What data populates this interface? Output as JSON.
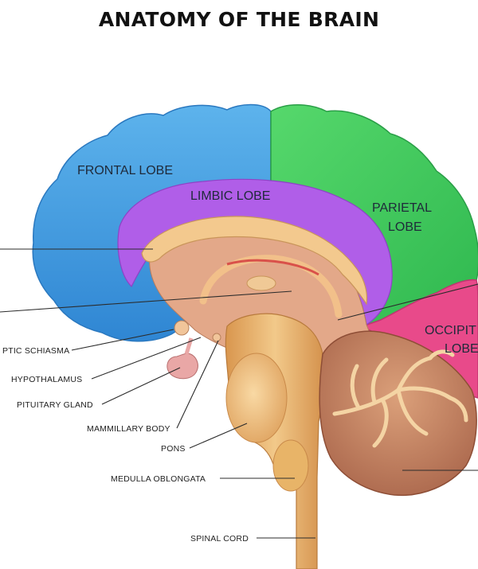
{
  "title": "ANATOMY OF THE BRAIN",
  "lobes": {
    "frontal": "FRONTAL LOBE",
    "limbic": "LIMBIC LOBE",
    "parietal_line1": "PARIETAL",
    "parietal_line2": "LOBE",
    "occipital_line1": "OCCIPIT",
    "occipital_line2": "LOBE"
  },
  "parts": {
    "optic_chiasma": "PTIC SCHIASMA",
    "hypothalamus": "HYPOTHALAMUS",
    "pituitary_gland": "PITUITARY GLAND",
    "mammillary_body": "MAMMILLARY BODY",
    "pons": "PONS",
    "medulla_oblongata": "MEDULLA OBLONGATA",
    "spinal_cord": "SPINAL CORD"
  },
  "colors": {
    "frontal": "#3c9be0",
    "limbic": "#b05ee8",
    "parietal": "#3ecb5c",
    "occipital": "#e84a8a",
    "tissue": "#e3a889",
    "corpus_callosum": "#f3c98e",
    "brainstem": "#e8b468",
    "cerebellum": "#c98a62"
  }
}
